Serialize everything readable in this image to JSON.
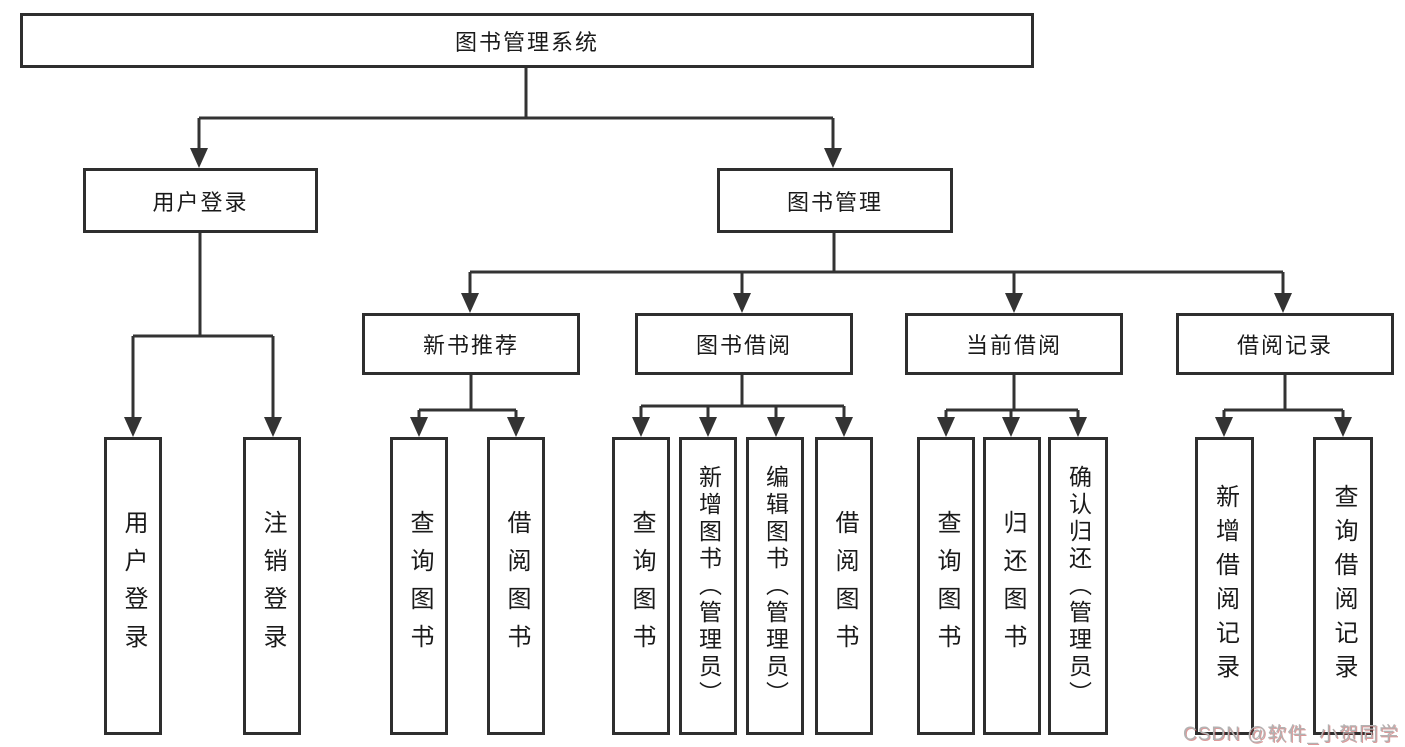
{
  "diagram": {
    "title": "图书管理系统",
    "tree": {
      "label": "图书管理系统",
      "children": [
        {
          "label": "用户登录",
          "children": [
            {
              "label": "用户登录"
            },
            {
              "label": "注销登录"
            }
          ]
        },
        {
          "label": "图书管理",
          "children": [
            {
              "label": "新书推荐",
              "children": [
                {
                  "label": "查询图书"
                },
                {
                  "label": "借阅图书"
                }
              ]
            },
            {
              "label": "图书借阅",
              "children": [
                {
                  "label": "查询图书"
                },
                {
                  "label": "新增图书（管理员）"
                },
                {
                  "label": "编辑图书（管理员）"
                },
                {
                  "label": "借阅图书"
                }
              ]
            },
            {
              "label": "当前借阅",
              "children": [
                {
                  "label": "查询图书"
                },
                {
                  "label": "归还图书"
                },
                {
                  "label": "确认归还（管理员）"
                }
              ]
            },
            {
              "label": "借阅记录",
              "children": [
                {
                  "label": "新增借阅记录"
                },
                {
                  "label": "查询借阅记录"
                }
              ]
            }
          ]
        }
      ]
    },
    "colors": {
      "line": "#333333",
      "box_border": "#2e2e2e",
      "text": "#1a1a1a",
      "watermark": "#b2b2b2"
    }
  },
  "watermark": {
    "text": "CSDN @软件_小贺同学"
  }
}
